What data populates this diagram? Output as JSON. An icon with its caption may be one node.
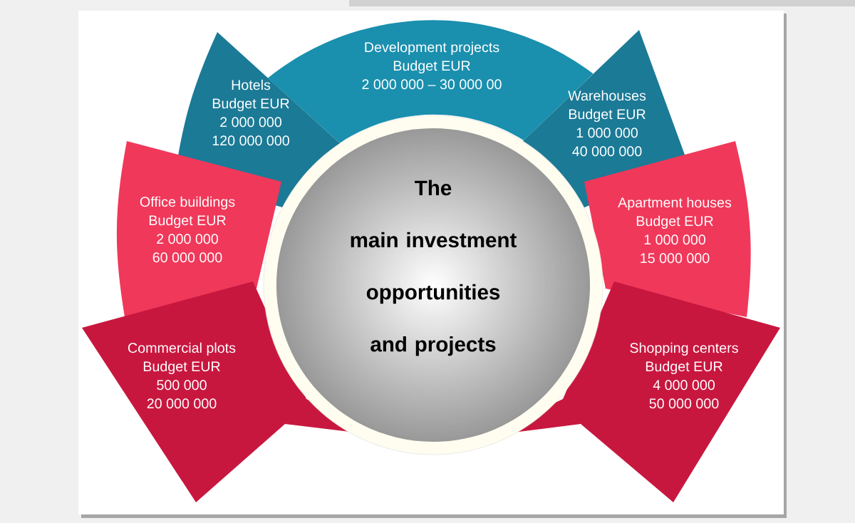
{
  "diagram": {
    "nodes": [
      {
        "text": [
          "Development projects",
          "Budget EUR",
          "2 000 000 – 30 000 00"
        ]
      },
      {
        "text": [
          "Hotels",
          "Budget EUR",
          "2 000 000",
          "120 000 000"
        ]
      },
      {
        "text": [
          "Warehouses",
          "Budget EUR",
          "1 000 000",
          "40 000 000"
        ]
      },
      {
        "text": [
          "Office buildings",
          "Budget EUR",
          "2 000 000",
          "60 000 000"
        ]
      },
      {
        "text": [
          "The",
          "main investment opportunities and projects"
        ]
      },
      {
        "text": [
          "Apartment houses",
          "Budget EUR",
          "1 000 000",
          "15 000 000"
        ]
      },
      {
        "text": [
          "Commercial plots",
          "Budget EUR",
          "500 000",
          "20 000 000"
        ]
      },
      {
        "text": [
          "Shopping centers",
          "Budget EUR",
          "4 000 000",
          "50 000 000"
        ]
      }
    ]
  }
}
